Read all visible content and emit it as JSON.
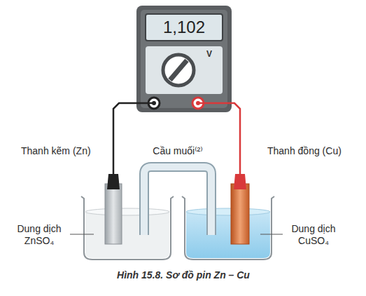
{
  "diagram": {
    "caption": "Hình 15.8. Sơ đồ pin Zn – Cu",
    "nodes": [
      {
        "text": [
          "1,102",
          "V"
        ]
      }
    ],
    "labels": [
      "Thanh kẽm (Zn)",
      "Cầu muối⁽²⁾",
      "Thanh đồng (Cu)",
      "Dung dịch ZnSO₄",
      "Dung dịch CuSO₄"
    ]
  }
}
